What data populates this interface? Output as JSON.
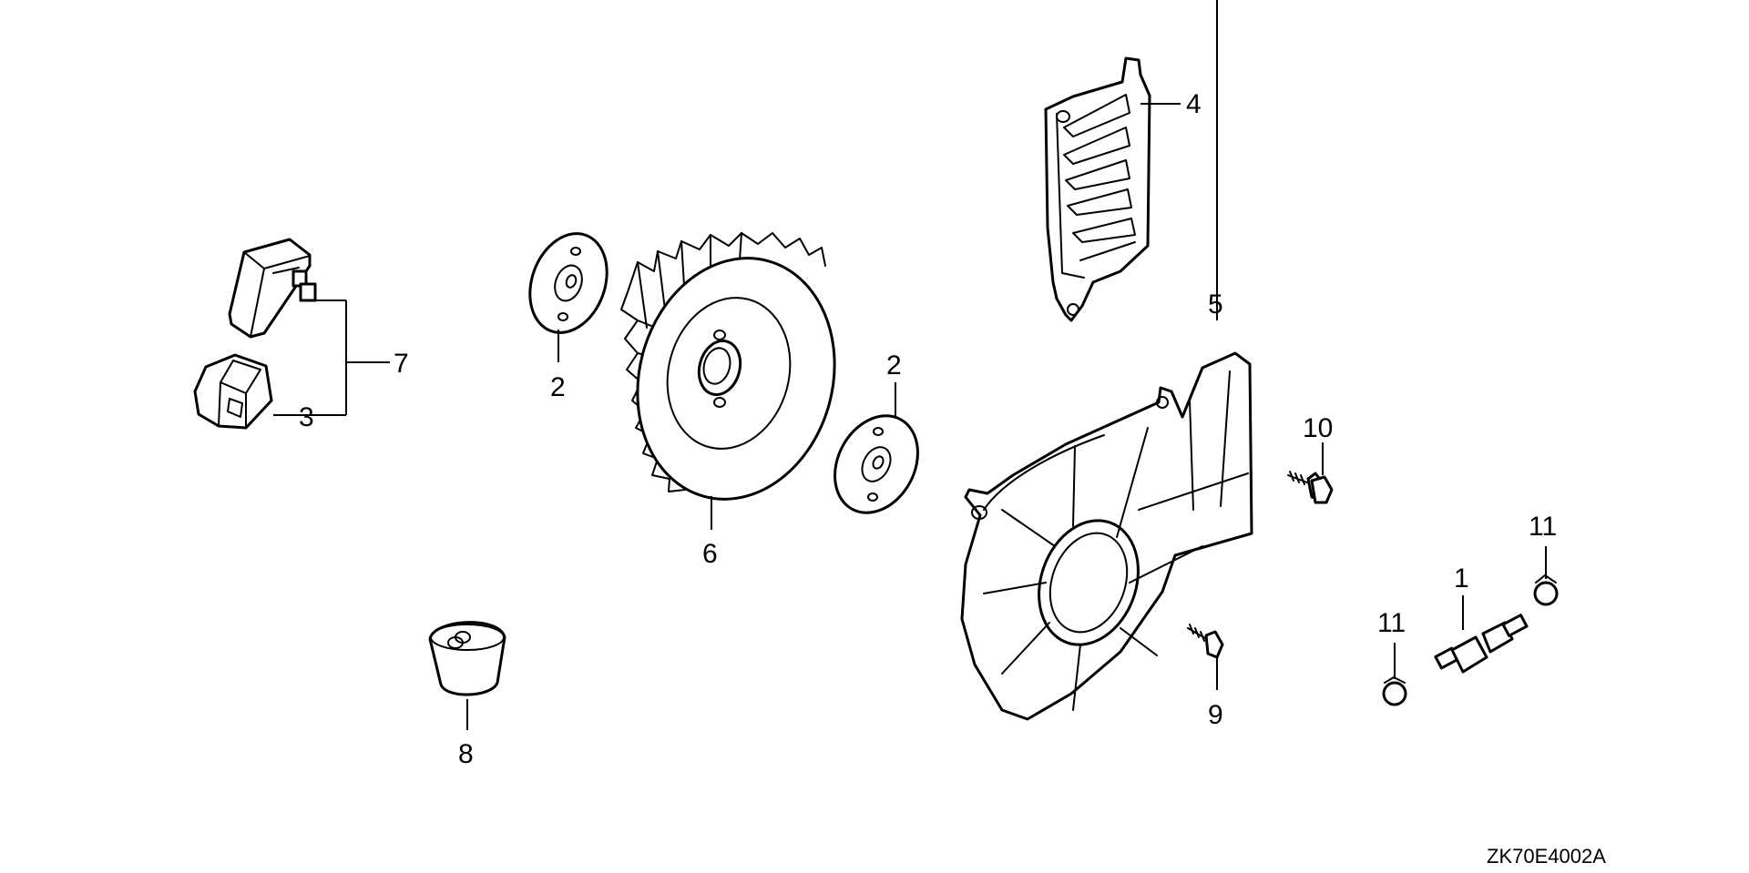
{
  "diagram": {
    "type": "exploded-parts-diagram",
    "labels": {
      "p1": "1",
      "p2a": "2",
      "p2b": "2",
      "p3": "3",
      "p4": "4",
      "p5": "5",
      "p6": "6",
      "p7": "7",
      "p8": "8",
      "p9": "9",
      "p10": "10",
      "p11a": "11",
      "p11b": "11"
    },
    "drawing_code": "ZK70E4002A"
  }
}
